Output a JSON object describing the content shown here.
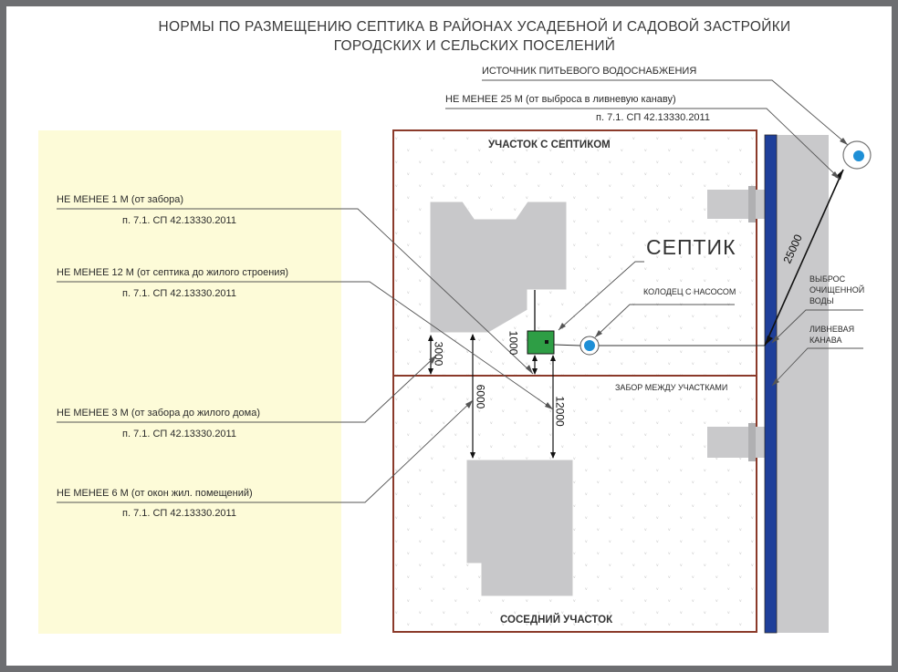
{
  "title": {
    "line1": "НОРМЫ ПО РАЗМЕЩЕНИЮ СЕПТИКА В РАЙОНАХ УСАДЕБНОЙ И САДОВОЙ ЗАСТРОЙКИ",
    "line2": "ГОРОДСКИХ И СЕЛЬСКИХ ПОСЕЛЕНИЙ"
  },
  "top": {
    "water_source": "ИСТОЧНИК ПИТЬЕВОГО ВОДОСНАБЖЕНИЯ",
    "rule_25": "НЕ МЕНЕЕ 25 М (от выброса в ливневую канаву)",
    "ref_25": "п. 7.1. СП 42.13330.2011"
  },
  "left": {
    "rule_1": "НЕ МЕНЕЕ 1 М (от забора)",
    "ref_1": "п. 7.1. СП 42.13330.2011",
    "rule_12": "НЕ МЕНЕЕ 12 М (от септика до жилого строения)",
    "ref_12": "п. 7.1. СП 42.13330.2011",
    "rule_3": "НЕ МЕНЕЕ 3 М (от забора до жилого дома)",
    "ref_3": "п. 7.1. СП 42.13330.2011",
    "rule_6": "НЕ МЕНЕЕ 6 М (от окон жил. помещений)",
    "ref_6": "п. 7.1. СП 42.13330.2011"
  },
  "plot": {
    "septic_plot": "УЧАСТОК С СЕПТИКОМ",
    "neighbor_plot": "СОСЕДНИЙ УЧАСТОК",
    "septic": "СЕПТИК",
    "well_pump": "КОЛОДЕЦ С НАСОСОМ",
    "fence_between": "ЗАБОР МЕЖДУ УЧАСТКАМИ",
    "discharge_l1": "ВЫБРОС",
    "discharge_l2": "ОЧИЩЕННОЙ",
    "discharge_l3": "ВОДЫ",
    "ditch_l1": "ЛИВНЕВАЯ",
    "ditch_l2": "КАНАВА"
  },
  "dims": {
    "d1000": "1000",
    "d3000": "3000",
    "d6000": "6000",
    "d12000": "12000",
    "d25000": "25000"
  },
  "colors": {
    "frame": "#6d6e71",
    "plot_border": "#8b3a2a",
    "ditch": "#1e3f9a",
    "road": "#c9c9cb",
    "house": "#c8c8ca",
    "septic": "#2e9e45",
    "well": "#1e8fd6",
    "legend_bg": "#fdfbd8"
  }
}
